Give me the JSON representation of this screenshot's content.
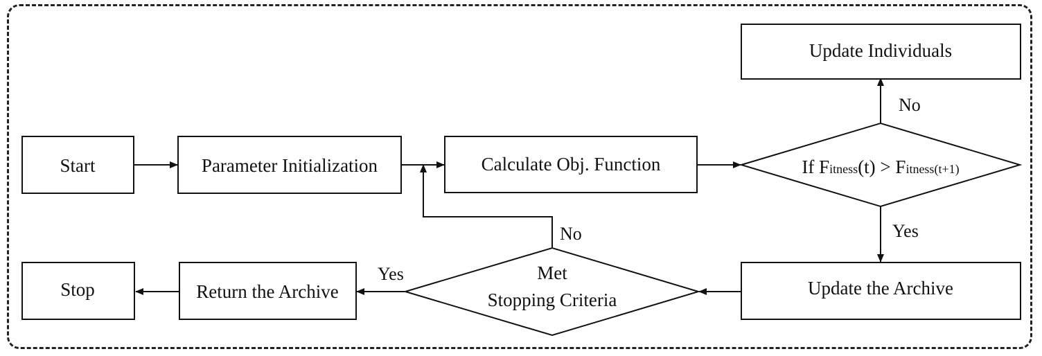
{
  "nodes": {
    "start": "Start",
    "param_init": "Parameter Initialization",
    "calc_obj": "Calculate Obj. Function",
    "update_individuals": "Update Individuals",
    "fitness_check": {
      "prefix": "If ",
      "f1_cap": "F",
      "f1_rest": "itness",
      "f1_arg": "(t)",
      "op": " > ",
      "f2_cap": "F",
      "f2_rest": "itness",
      "f2_arg": "(t+1)"
    },
    "update_archive": "Update the Archive",
    "stopping_line1": "Met",
    "stopping_line2": "Stopping Criteria",
    "return_archive": "Return the Archive",
    "stop": "Stop"
  },
  "edges": {
    "fitness_no": "No",
    "fitness_yes": "Yes",
    "stopping_no": "No",
    "stopping_yes": "Yes"
  }
}
